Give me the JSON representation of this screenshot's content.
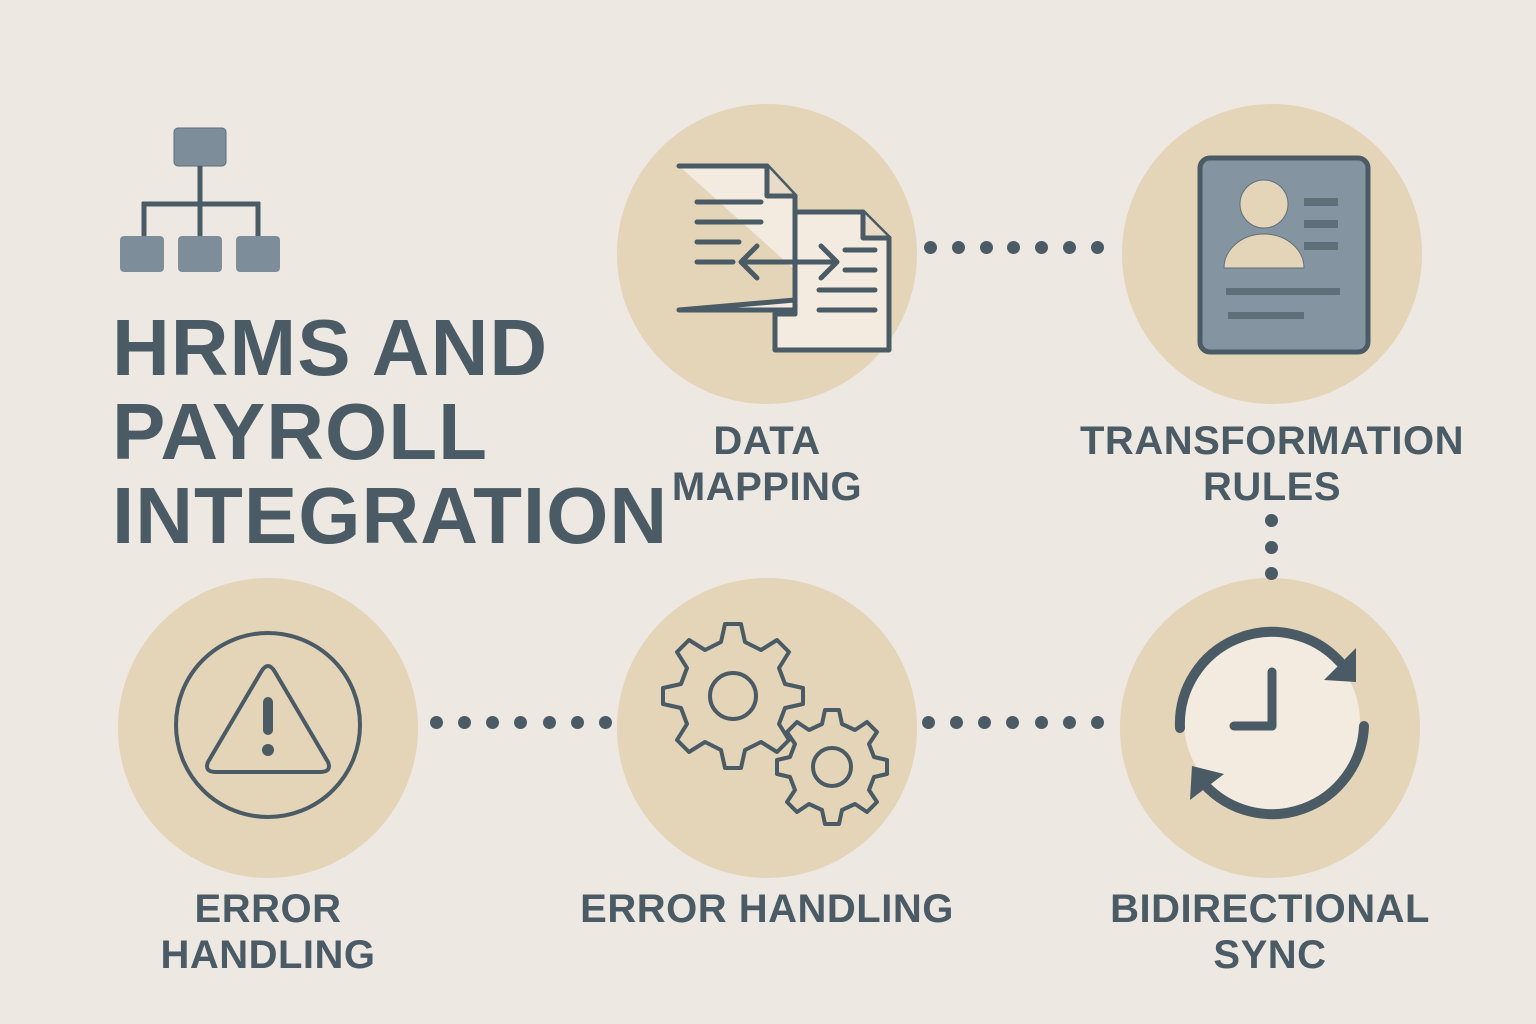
{
  "title": {
    "lines": [
      "HRMS AND",
      "PAYROLL",
      "INTEGRATION"
    ]
  },
  "colors": {
    "background": "#eee8e2",
    "circle_fill": "#e4d4b8",
    "ink": "#4a5b65",
    "icon_fill_light": "#f3ebe0",
    "icon_fill_blue": "#8495a1"
  },
  "nodes": [
    {
      "id": "data-mapping",
      "icon": "document-exchange-icon",
      "label_lines": [
        "DATA",
        "MAPPING"
      ]
    },
    {
      "id": "transformation-rules",
      "icon": "profile-card-icon",
      "label_lines": [
        "TRANSFORMATION",
        "RULES"
      ]
    },
    {
      "id": "bidirectional-sync",
      "icon": "clock-sync-icon",
      "label_lines": [
        "BIDIRECTIONAL",
        "SYNC"
      ]
    },
    {
      "id": "error-handling-gears",
      "icon": "gears-icon",
      "label_lines": [
        "ERROR HANDLING"
      ]
    },
    {
      "id": "error-handling-warning",
      "icon": "warning-icon",
      "label_lines": [
        "ERROR",
        "HANDLING"
      ]
    }
  ],
  "connectors": [
    {
      "from": "data-mapping",
      "to": "transformation-rules",
      "style": "dotted",
      "dot_count": 7
    },
    {
      "from": "transformation-rules",
      "to": "bidirectional-sync",
      "style": "dotted",
      "dot_count": 3
    },
    {
      "from": "bidirectional-sync",
      "to": "error-handling-gears",
      "style": "dotted",
      "dot_count": 7
    },
    {
      "from": "error-handling-gears",
      "to": "error-handling-warning",
      "style": "dotted",
      "dot_count": 7
    }
  ]
}
